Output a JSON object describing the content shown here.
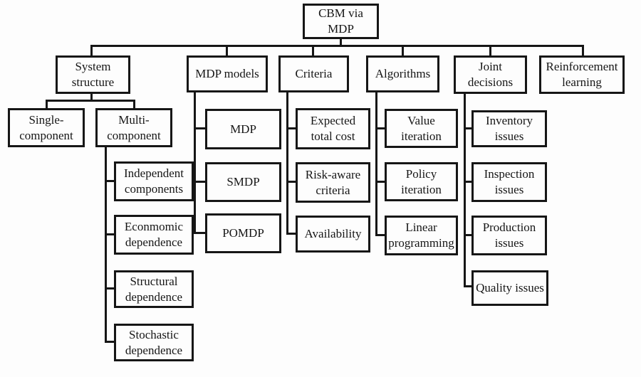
{
  "colors": {
    "ink": "#161616",
    "background": "#fdfdfd",
    "box_fill": "#fdfdfd"
  },
  "tree": {
    "root": {
      "label": "CBM via MDP"
    },
    "branches": [
      {
        "label": "System structure",
        "children": [
          {
            "label": "Single-component"
          },
          {
            "label": "Multi-component",
            "children": [
              {
                "label": "Independent components"
              },
              {
                "label": "Econmomic dependence"
              },
              {
                "label": "Structural dependence"
              },
              {
                "label": "Stochastic dependence"
              }
            ]
          }
        ]
      },
      {
        "label": "MDP models",
        "children": [
          {
            "label": "MDP"
          },
          {
            "label": "SMDP"
          },
          {
            "label": "POMDP"
          }
        ]
      },
      {
        "label": "Criteria",
        "children": [
          {
            "label": "Expected total cost"
          },
          {
            "label": "Risk-aware criteria"
          },
          {
            "label": "Availability"
          }
        ]
      },
      {
        "label": "Algorithms",
        "children": [
          {
            "label": "Value iteration"
          },
          {
            "label": "Policy iteration"
          },
          {
            "label": "Linear programming"
          }
        ]
      },
      {
        "label": "Joint decisions",
        "children": [
          {
            "label": "Inventory issues"
          },
          {
            "label": "Inspection issues"
          },
          {
            "label": "Production issues"
          },
          {
            "label": "Quality issues"
          }
        ]
      },
      {
        "label": "Reinforcement learning"
      }
    ]
  }
}
